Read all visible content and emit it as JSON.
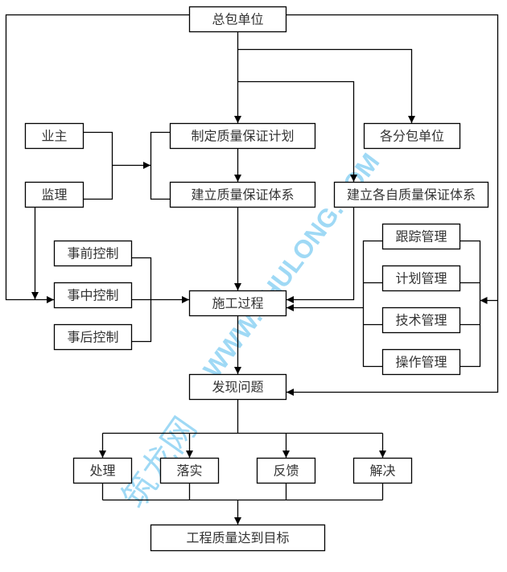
{
  "diagram": {
    "type": "flowchart",
    "nodes": {
      "general_contractor": "总包单位",
      "owner": "业主",
      "supervisor": "监理",
      "quality_plan": "制定质量保证计划",
      "quality_system": "建立质量保证体系",
      "subcontractors": "各分包单位",
      "sub_quality_system": "建立各自质量保证体系",
      "pre_control": "事前控制",
      "in_control": "事中控制",
      "post_control": "事后控制",
      "construction_process": "施工过程",
      "tracking_mgmt": "跟踪管理",
      "plan_mgmt": "计划管理",
      "tech_mgmt": "技术管理",
      "operation_mgmt": "操作管理",
      "find_problems": "发现问题",
      "handle": "处理",
      "implement": "落实",
      "feedback": "反馈",
      "resolve": "解决",
      "goal": "工程质量达到目标"
    },
    "edges": [
      {
        "from": "general_contractor",
        "to": "quality_plan"
      },
      {
        "from": "general_contractor",
        "to": "subcontractors"
      },
      {
        "from": "general_contractor",
        "to": "sub_quality_system"
      },
      {
        "from": "general_contractor",
        "to": "in_control"
      },
      {
        "from": "general_contractor",
        "to": "management_group"
      },
      {
        "from": "general_contractor",
        "to": "find_problems"
      },
      {
        "from": "owner",
        "to": "quality_plan_group"
      },
      {
        "from": "supervisor",
        "to": "quality_plan_group"
      },
      {
        "from": "supervisor",
        "to": "in_control"
      },
      {
        "from": "quality_plan",
        "to": "quality_system"
      },
      {
        "from": "subcontractors",
        "to": "sub_quality_system"
      },
      {
        "from": "quality_system",
        "to": "construction_process"
      },
      {
        "from": "sub_quality_system",
        "to": "construction_process"
      },
      {
        "from": "control_group",
        "to": "construction_process"
      },
      {
        "from": "management_group",
        "to": "construction_process"
      },
      {
        "from": "construction_process",
        "to": "find_problems"
      },
      {
        "from": "find_problems",
        "to": "handle"
      },
      {
        "from": "find_problems",
        "to": "implement"
      },
      {
        "from": "find_problems",
        "to": "feedback"
      },
      {
        "from": "find_problems",
        "to": "resolve"
      },
      {
        "from": "handle",
        "to": "goal"
      },
      {
        "from": "implement",
        "to": "goal"
      },
      {
        "from": "feedback",
        "to": "goal"
      },
      {
        "from": "resolve",
        "to": "goal"
      }
    ],
    "groups": {
      "quality_plan_group": [
        "quality_plan",
        "quality_system"
      ],
      "control_group": [
        "pre_control",
        "in_control",
        "post_control"
      ],
      "management_group": [
        "tracking_mgmt",
        "plan_mgmt",
        "tech_mgmt",
        "operation_mgmt"
      ]
    }
  },
  "watermark": {
    "brand": "筑龙网",
    "url": "WWW.ZHULONG.COM",
    "color": "#8fd3f4"
  },
  "colors": {
    "line": "#000000",
    "text": "#333333",
    "box_fill": "#ffffff",
    "background": "#ffffff"
  }
}
